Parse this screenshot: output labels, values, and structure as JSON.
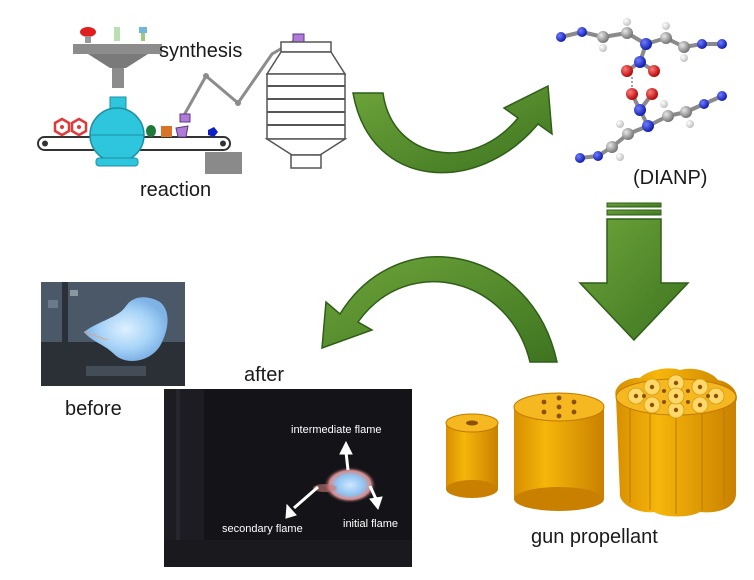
{
  "labels": {
    "synthesis": "synthesis",
    "reaction": "reaction",
    "compound": "(DIANP)",
    "before": "before",
    "after": "after",
    "propellant": "gun propellant"
  },
  "flame_labels": {
    "intermediate": "intermediate flame",
    "secondary": "secondary flame",
    "initial": "initial flame"
  },
  "colors": {
    "arrow_green": "#4f8a2c",
    "arrow_green_dark": "#2f5e18",
    "vessel_cyan": "#2ec6dc",
    "propellant_orange": "#f0a800",
    "propellant_dark": "#c07a00",
    "propellant_hole": "#f8d878",
    "carbon_gray": "#9a9a9a",
    "nitrogen_blue": "#1a2ad0",
    "oxygen_red": "#e01818",
    "hydrogen_white": "#f2f2f2",
    "photo_dark": "#141418",
    "flame_blue": "#a8d4f8"
  }
}
